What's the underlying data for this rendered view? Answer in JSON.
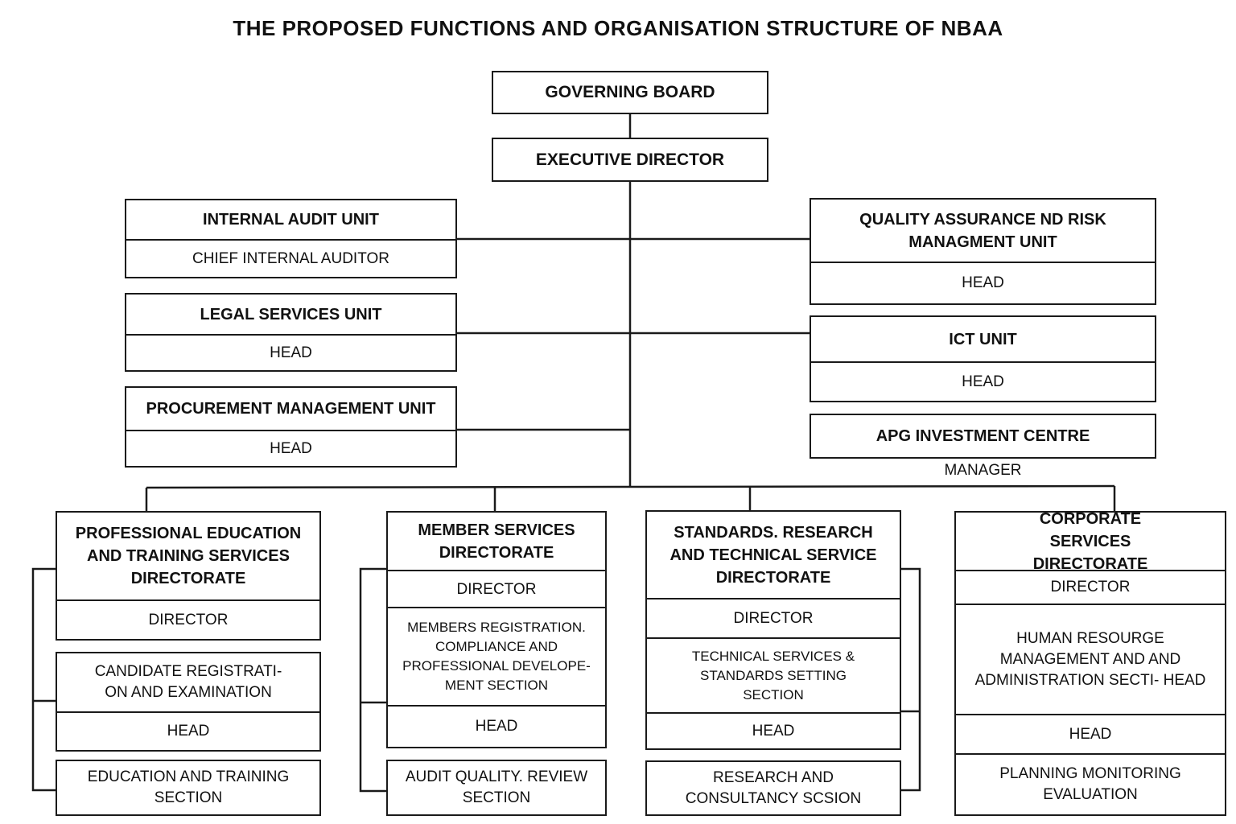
{
  "title": "THE PROPOSED FUNCTIONS AND ORGANISATION STRUCTURE OF NBAA",
  "top": {
    "board": "GOVERNING BOARD",
    "executive": "EXECUTIVE DIRECTOR"
  },
  "left_units": [
    {
      "name": "INTERNAL AUDIT UNIT",
      "role": "CHIEF INTERNAL AUDITOR"
    },
    {
      "name": "LEGAL SERVICES UNIT",
      "role": "HEAD"
    },
    {
      "name": "PROCUREMENT MANAGEMENT UNIT",
      "role": "HEAD"
    }
  ],
  "right_units": [
    {
      "name": "QUALITY ASSURANCE ND RISK MANAGMENT UNIT",
      "role": "HEAD"
    },
    {
      "name": "ICT UNIT",
      "role": "HEAD"
    },
    {
      "name": "APG INVESTMENT CENTRE",
      "role": "MANAGER"
    }
  ],
  "directorates": [
    {
      "name": "PROFESSIONAL EDUCATION AND TRAINING SERVICES DIRECTORATE",
      "role": "DIRECTOR",
      "sections": [
        {
          "name": "CANDIDATE REGISTRATI- ON AND EXAMINATION",
          "role": "HEAD"
        },
        {
          "name": "EDUCATION AND TRAINING SECTION"
        }
      ]
    },
    {
      "name": "MEMBER SERVICES DIRECTORATE",
      "role": "DIRECTOR",
      "sections": [
        {
          "name": "MEMBERS REGISTRATION. COMPLIANCE AND PROFESSIONAL DEVELOPE- MENT SECTION",
          "role": "HEAD"
        },
        {
          "name": "AUDIT QUALITY. REVIEW SECTION"
        }
      ]
    },
    {
      "name": "STANDARDS. RESEARCH AND TECHNICAL SERVICE DIRECTORATE",
      "role": "DIRECTOR",
      "sections": [
        {
          "name": "TECHNICAL SERVICES & STANDARDS SETTING SECTION",
          "role": "HEAD"
        },
        {
          "name": "RESEARCH AND CONSULTANCY SCSION"
        }
      ]
    },
    {
      "name": "CORPORATE SERVICES DIRECTORATE",
      "role": "DIRECTOR",
      "sections": [
        {
          "name": "HUMAN RESOURGE MANAGEMENT AND AND ADMINISTRATION SECTI- HEAD",
          "role": "HEAD"
        },
        {
          "name": "PLANNING MONITORING EVALUATION"
        }
      ]
    }
  ]
}
